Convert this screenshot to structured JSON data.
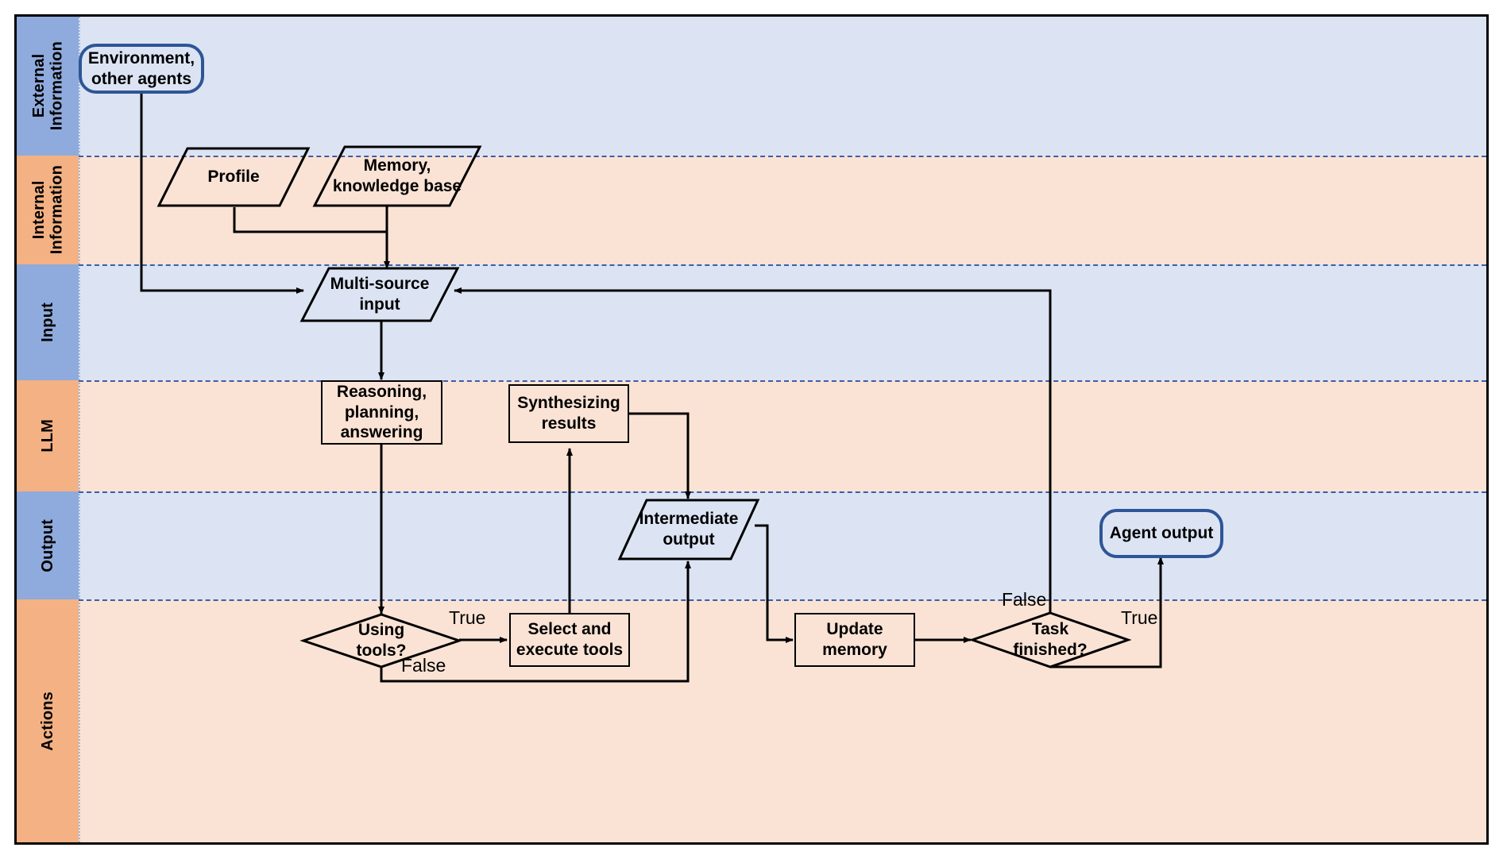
{
  "diagram": {
    "title": "LLM agent workflow swimlane flowchart",
    "colors": {
      "lane_header_blue": "#8faadc",
      "lane_header_orange": "#f4b183",
      "lane_body_blue": "#dce4f4",
      "lane_body_orange": "#fae3d5",
      "separator_blue": "#3b5ea6",
      "terminator_border": "#2e5597",
      "shape_border": "#000000"
    },
    "lanes": [
      {
        "id": "external-information",
        "label": "External\nInformation",
        "header_color": "#8faadc",
        "body_color": "#dce4f4"
      },
      {
        "id": "internal-information",
        "label": "Internal\nInformation",
        "header_color": "#f4b183",
        "body_color": "#fae3d5"
      },
      {
        "id": "input",
        "label": "Input",
        "header_color": "#8faadc",
        "body_color": "#dce4f4"
      },
      {
        "id": "llm",
        "label": "LLM",
        "header_color": "#f4b183",
        "body_color": "#fae3d5"
      },
      {
        "id": "output",
        "label": "Output",
        "header_color": "#8faadc",
        "body_color": "#dce4f4"
      },
      {
        "id": "actions",
        "label": "Actions",
        "header_color": "#f4b183",
        "body_color": "#fae3d5"
      }
    ],
    "nodes": [
      {
        "id": "environment",
        "label": "Environment,\nother agents",
        "shape": "terminator",
        "lane": "external-information"
      },
      {
        "id": "profile",
        "label": "Profile",
        "shape": "parallelogram",
        "lane": "internal-information"
      },
      {
        "id": "memory",
        "label": "Memory,\nknowledge base",
        "shape": "parallelogram",
        "lane": "internal-information"
      },
      {
        "id": "multi-source-input",
        "label": "Multi-source\ninput",
        "shape": "parallelogram",
        "lane": "input"
      },
      {
        "id": "reasoning",
        "label": "Reasoning,\nplanning,\nanswering",
        "shape": "rectangle",
        "lane": "llm"
      },
      {
        "id": "synthesizing",
        "label": "Synthesizing\nresults",
        "shape": "rectangle",
        "lane": "llm"
      },
      {
        "id": "intermediate-output",
        "label": "Intermediate\noutput",
        "shape": "parallelogram",
        "lane": "output"
      },
      {
        "id": "agent-output",
        "label": "Agent output",
        "shape": "terminator",
        "lane": "output"
      },
      {
        "id": "using-tools",
        "label": "Using\ntools?",
        "shape": "diamond",
        "lane": "actions"
      },
      {
        "id": "select-execute",
        "label": "Select and\nexecute tools",
        "shape": "rectangle",
        "lane": "actions"
      },
      {
        "id": "update-memory",
        "label": "Update\nmemory",
        "shape": "rectangle",
        "lane": "actions"
      },
      {
        "id": "task-finished",
        "label": "Task\nfinished?",
        "shape": "diamond",
        "lane": "actions"
      }
    ],
    "edge_labels": [
      {
        "id": "using-tools-true",
        "text": "True",
        "from": "using-tools",
        "to": "select-execute"
      },
      {
        "id": "using-tools-false",
        "text": "False",
        "from": "using-tools",
        "to": "intermediate-output"
      },
      {
        "id": "task-finished-false",
        "text": "False",
        "from": "task-finished",
        "to": "multi-source-input"
      },
      {
        "id": "task-finished-true",
        "text": "True",
        "from": "task-finished",
        "to": "agent-output"
      }
    ],
    "edges": [
      {
        "from": "environment",
        "to": "multi-source-input"
      },
      {
        "from": "profile",
        "to": "multi-source-input"
      },
      {
        "from": "memory",
        "to": "multi-source-input"
      },
      {
        "from": "multi-source-input",
        "to": "reasoning"
      },
      {
        "from": "reasoning",
        "to": "using-tools"
      },
      {
        "from": "using-tools",
        "to": "select-execute",
        "label": "True"
      },
      {
        "from": "using-tools",
        "to": "intermediate-output",
        "label": "False"
      },
      {
        "from": "select-execute",
        "to": "synthesizing"
      },
      {
        "from": "synthesizing",
        "to": "intermediate-output"
      },
      {
        "from": "intermediate-output",
        "to": "update-memory"
      },
      {
        "from": "update-memory",
        "to": "task-finished"
      },
      {
        "from": "task-finished",
        "to": "multi-source-input",
        "label": "False"
      },
      {
        "from": "task-finished",
        "to": "agent-output",
        "label": "True"
      }
    ]
  }
}
